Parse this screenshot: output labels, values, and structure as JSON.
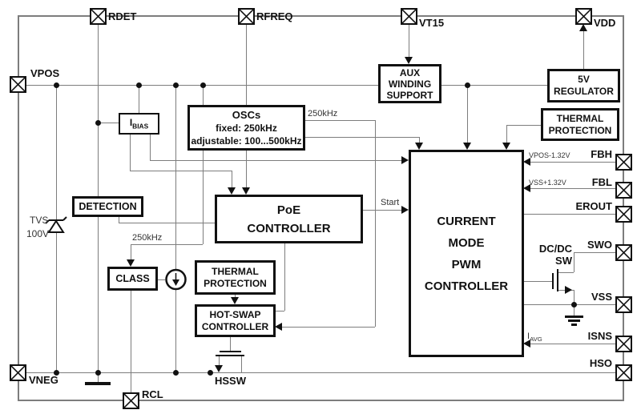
{
  "pins": {
    "rdet": "RDET",
    "rfreq": "RFREQ",
    "vt15": "VT15",
    "vdd": "VDD",
    "vpos": "VPOS",
    "vneg": "VNEG",
    "rcl": "RCL",
    "fbh": "FBH",
    "fbl": "FBL",
    "erout": "EROUT",
    "swo": "SWO",
    "vss": "VSS",
    "isns": "ISNS",
    "hso": "HSO"
  },
  "blocks": {
    "ibias": {
      "sym": "I",
      "sub": "BIAS"
    },
    "oscs": {
      "title": "OSCs",
      "fixed": "fixed: 250kHz",
      "adjustable": "adjustable: 100...500kHz"
    },
    "aux": {
      "l1": "AUX",
      "l2": "WINDING",
      "l3": "SUPPORT"
    },
    "reg5v": {
      "l1": "5V",
      "l2": "REGULATOR"
    },
    "thermal_top": {
      "l1": "THERMAL",
      "l2": "PROTECTION"
    },
    "detection": {
      "label": "DETECTION"
    },
    "poe": {
      "l1": "PoE",
      "l2": "CONTROLLER"
    },
    "pwm": {
      "l1": "CURRENT",
      "l2": "MODE",
      "l3": "PWM",
      "l4": "CONTROLLER"
    },
    "class": {
      "label": "CLASS"
    },
    "thermal_bot": {
      "l1": "THERMAL",
      "l2": "PROTECTION"
    },
    "hotswap": {
      "l1": "HOT-SWAP",
      "l2": "CONTROLLER"
    }
  },
  "notes": {
    "tvs_name": "TVS",
    "tvs_voltage": "100V",
    "osc_clk": "250kHz",
    "class_clk": "250kHz",
    "start": "Start",
    "fbh_ref": "VPOS-1.32V",
    "fbl_ref": "VSS+1.32V",
    "iavg": {
      "sym": "I",
      "sub": "AVG"
    },
    "dcdc": {
      "l1": "DC/DC",
      "l2": "SW"
    },
    "hssw": "HSSW"
  },
  "colors": {
    "wire": "#7d7d7d",
    "ink": "#111111",
    "background": "#ffffff"
  }
}
